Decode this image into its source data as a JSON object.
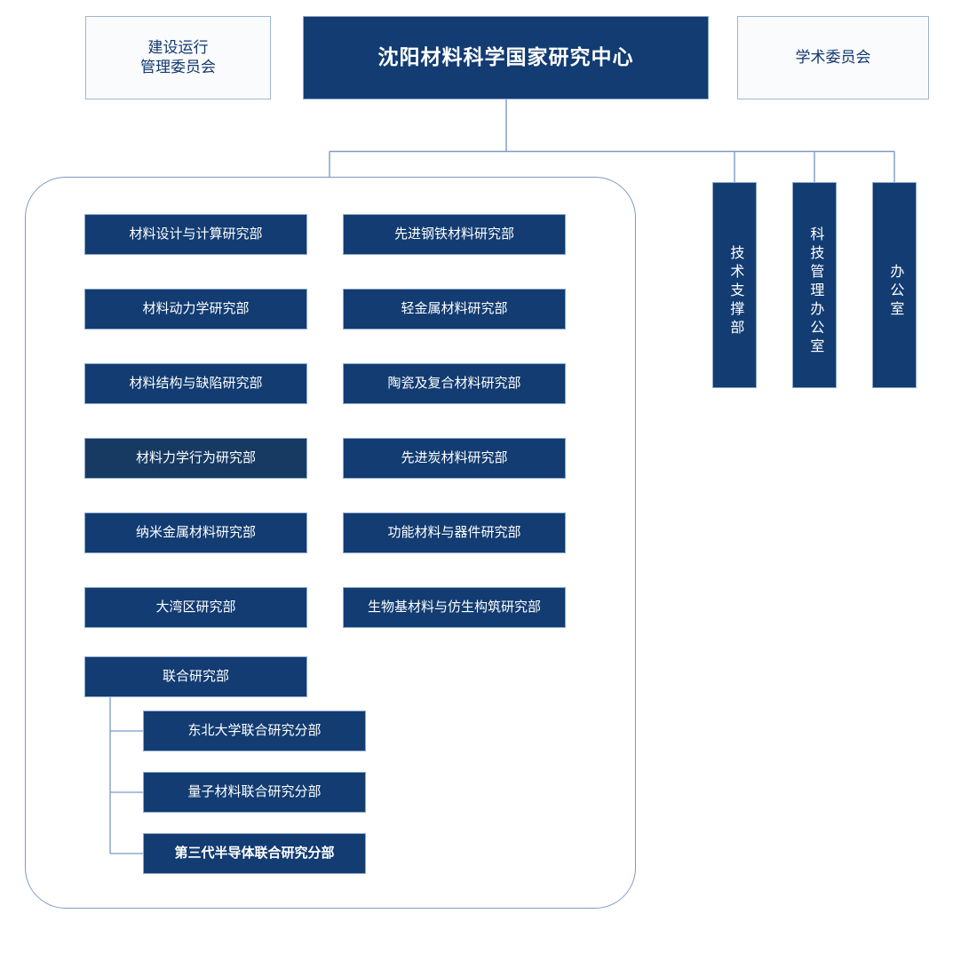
{
  "colors": {
    "navy_fill": "#123c72",
    "navy_shade": "#173a63",
    "box_border": "#8ea8cc",
    "outline_fill": "#fafbfc",
    "outline_border": "#9fb4d2",
    "container_border": "#7d99c2",
    "connector_line": "#7d99c2",
    "text_on_navy": "#ffffff",
    "text_navy": "#12386f"
  },
  "header": {
    "title": "沈阳材料科学国家研究中心",
    "committee_left": "建设运行\n管理委员会",
    "committee_left_line1": "建设运行",
    "committee_left_line2": "管理委员会",
    "committee_right": "学术委员会"
  },
  "offices": [
    {
      "label": "技术支撑部"
    },
    {
      "label": "科技管理办公室"
    },
    {
      "label": "办公室"
    }
  ],
  "research": {
    "left_column": [
      {
        "label": "材料设计与计算研究部",
        "shaded": false
      },
      {
        "label": "材料动力学研究部",
        "shaded": false
      },
      {
        "label": "材料结构与缺陷研究部",
        "shaded": false
      },
      {
        "label": "材料力学行为研究部",
        "shaded": true
      },
      {
        "label": "纳米金属材料研究部",
        "shaded": false
      },
      {
        "label": "大湾区研究部",
        "shaded": false
      },
      {
        "label": "联合研究部",
        "shaded": false
      }
    ],
    "right_column": [
      {
        "label": "先进钢铁材料研究部",
        "shaded": false
      },
      {
        "label": "轻金属材料研究部",
        "shaded": false
      },
      {
        "label": "陶瓷及复合材料研究部",
        "shaded": false
      },
      {
        "label": "先进炭材料研究部",
        "shaded": false
      },
      {
        "label": "功能材料与器件研究部",
        "shaded": false
      },
      {
        "label": "生物基材料与仿生构筑研究部",
        "shaded": false
      }
    ],
    "joint_subdepartments": [
      {
        "label": "东北大学联合研究分部",
        "emphasis": false
      },
      {
        "label": "量子材料联合研究分部",
        "emphasis": false
      },
      {
        "label": "第三代半导体联合研究分部",
        "emphasis": true
      }
    ]
  }
}
